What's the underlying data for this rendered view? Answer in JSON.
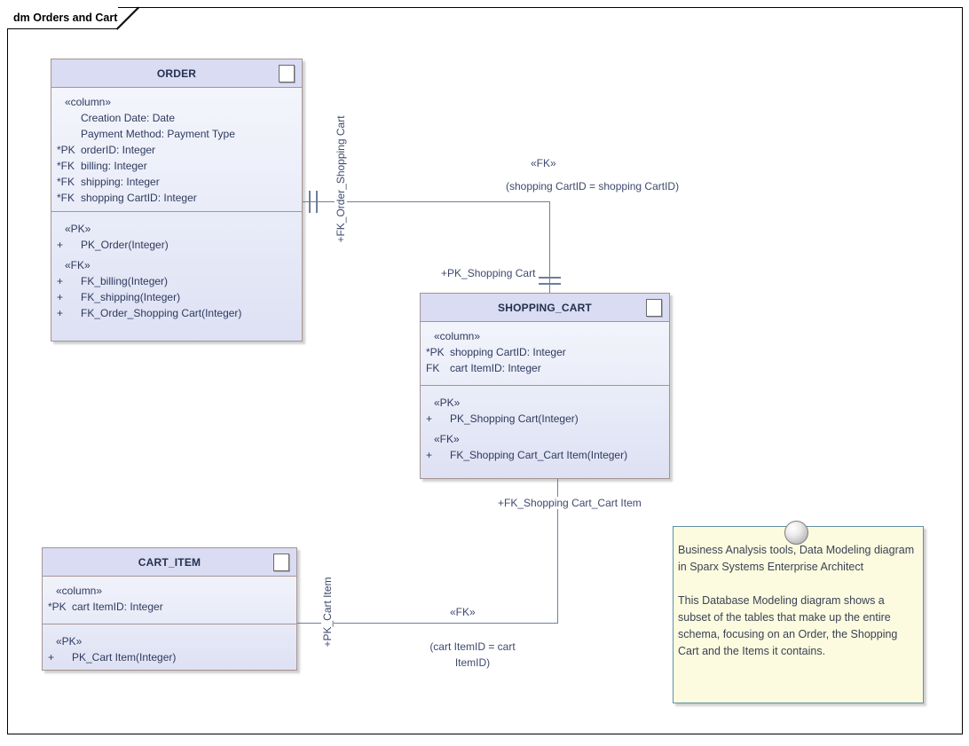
{
  "frame": {
    "label": "dm Orders and Cart"
  },
  "colors": {
    "entity_border": "#a59494",
    "entity_header_fill": "#d9dcf2",
    "entity_body_fill": "#e9ecf8",
    "entity_text": "#2e3a5e",
    "connector": "#6e7e9c",
    "note_fill": "#fcfbdf",
    "note_border": "#6290a4",
    "frame_border": "#000000"
  },
  "entities": [
    {
      "name": "ORDER",
      "icon": "table-icon",
      "columns": [
        {
          "kind": "stereo",
          "text": "«column»"
        },
        {
          "prefix": "",
          "text": "Creation Date: Date"
        },
        {
          "prefix": "",
          "text": "Payment Method: Payment Type"
        },
        {
          "prefix": "*PK",
          "text": "orderID: Integer"
        },
        {
          "prefix": "*FK",
          "text": "billing: Integer"
        },
        {
          "prefix": "*FK",
          "text": "shipping: Integer"
        },
        {
          "prefix": "*FK",
          "text": "shopping CartID: Integer"
        }
      ],
      "operations": [
        {
          "kind": "stereo",
          "text": "«PK»"
        },
        {
          "prefix": "+",
          "text": "PK_Order(Integer)"
        },
        {
          "kind": "stereo",
          "text": "«FK»"
        },
        {
          "prefix": "+",
          "text": "FK_billing(Integer)"
        },
        {
          "prefix": "+",
          "text": "FK_shipping(Integer)"
        },
        {
          "prefix": "+",
          "text": "FK_Order_Shopping Cart(Integer)"
        }
      ]
    },
    {
      "name": "SHOPPING_CART",
      "icon": "table-icon",
      "columns": [
        {
          "kind": "stereo",
          "text": "«column»"
        },
        {
          "prefix": "*PK",
          "text": "shopping CartID: Integer"
        },
        {
          "prefix": "FK",
          "text": "cart ItemID: Integer"
        }
      ],
      "operations": [
        {
          "kind": "stereo",
          "text": "«PK»"
        },
        {
          "prefix": "+",
          "text": "PK_Shopping Cart(Integer)"
        },
        {
          "kind": "stereo",
          "text": "«FK»"
        },
        {
          "prefix": "+",
          "text": "FK_Shopping Cart_Cart Item(Integer)"
        }
      ]
    },
    {
      "name": "CART_ITEM",
      "icon": "table-icon",
      "columns": [
        {
          "kind": "stereo",
          "text": "«column»"
        },
        {
          "prefix": "*PK",
          "text": "cart ItemID: Integer"
        }
      ],
      "operations": [
        {
          "kind": "stereo",
          "text": "«PK»"
        },
        {
          "prefix": "+",
          "text": "PK_Cart Item(Integer)"
        }
      ]
    }
  ],
  "connectors": [
    {
      "source_label": "+FK_Order_Shopping Cart",
      "target_label": "+PK_Shopping Cart",
      "stereotype": "«FK»",
      "constraint": "(shopping CartID = shopping CartID)"
    },
    {
      "source_label": "+FK_Shopping Cart_Cart Item",
      "target_label": "+PK_Cart Item",
      "stereotype": "«FK»",
      "constraint_lines": [
        "(cart ItemID = cart",
        "ItemID)"
      ]
    }
  ],
  "note": {
    "paragraph1": "Business Analysis tools, Data Modeling diagram in Sparx Systems Enterprise Architect",
    "paragraph2": "This Database Modeling diagram shows a subset of the tables that make up the entire schema, focusing on an Order, the Shopping Cart and the Items it contains."
  }
}
